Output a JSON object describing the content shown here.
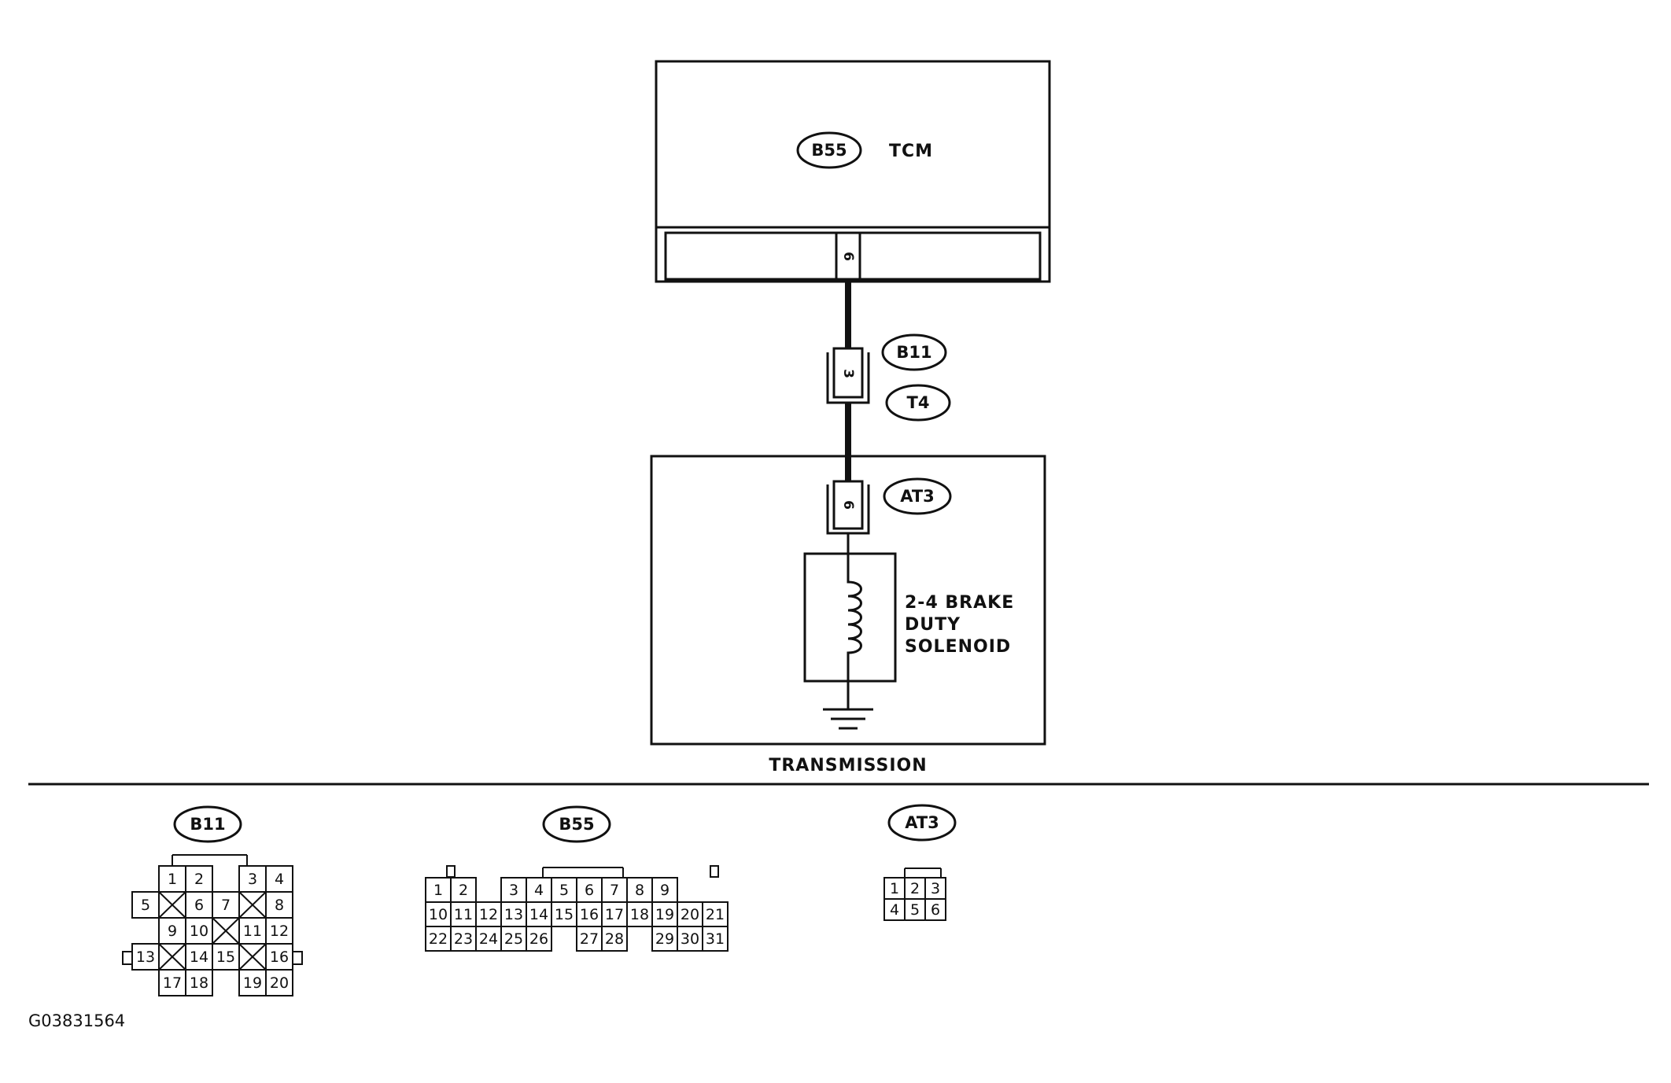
{
  "tcm": {
    "connector": "B55",
    "label": "TCM",
    "pin": "6"
  },
  "harness": {
    "connector_a": "B11",
    "connector_b": "T4",
    "pin": "3"
  },
  "transmission": {
    "label": "TRANSMISSION",
    "connector": "AT3",
    "pin": "6",
    "solenoid_lines": [
      "2-4 BRAKE",
      "DUTY",
      "SOLENOID"
    ]
  },
  "connector_views": {
    "b11": {
      "label": "B11",
      "pins": [
        "1",
        "2",
        "3",
        "4",
        "5",
        "6",
        "7",
        "8",
        "9",
        "10",
        "11",
        "12",
        "13",
        "14",
        "15",
        "16",
        "17",
        "18",
        "19",
        "20"
      ]
    },
    "b55": {
      "label": "B55",
      "pins": [
        "1",
        "2",
        "3",
        "4",
        "5",
        "6",
        "7",
        "8",
        "9",
        "10",
        "11",
        "12",
        "13",
        "14",
        "15",
        "16",
        "17",
        "18",
        "19",
        "20",
        "21",
        "22",
        "23",
        "24",
        "25",
        "26",
        "27",
        "28",
        "29",
        "30",
        "31"
      ]
    },
    "at3": {
      "label": "AT3",
      "pins": [
        "1",
        "2",
        "3",
        "4",
        "5",
        "6"
      ]
    }
  },
  "figure_code": "G03831564"
}
